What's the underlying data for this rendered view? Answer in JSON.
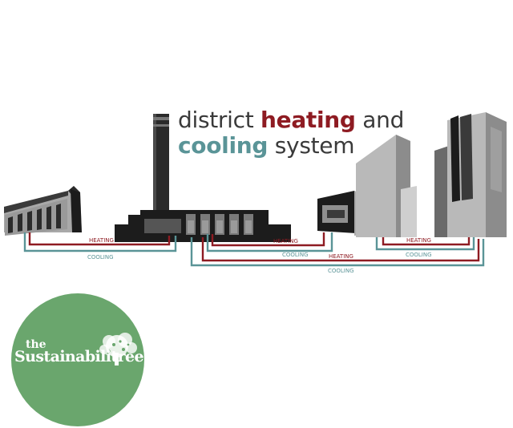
{
  "title": {
    "word_district": "district",
    "word_heating": "heating",
    "word_and": "and",
    "word_cooling": "cooling",
    "word_system": "system"
  },
  "pipes": {
    "heating_label": "HEATING",
    "cooling_label": "COOLING"
  },
  "logo": {
    "prefix": "the",
    "name": "Sustainabilitree"
  },
  "colors": {
    "heating": "#8e1b22",
    "cooling": "#5a9497",
    "logo_bg": "#6aa66d",
    "building_dark": "#1c1c1c",
    "building_mid": "#8c8c8c",
    "building_light": "#b9b9b9"
  }
}
